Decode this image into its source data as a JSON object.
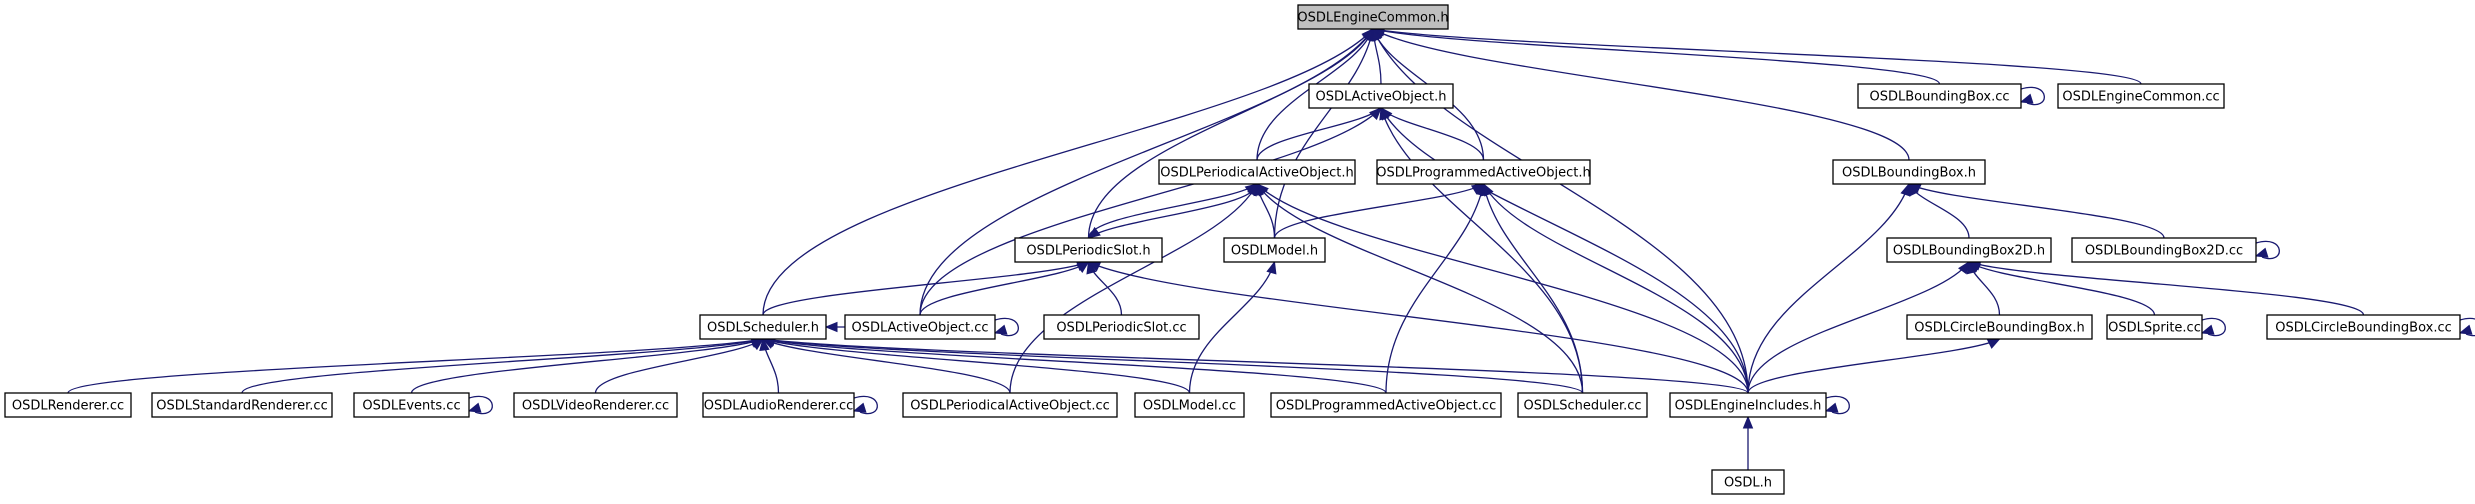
{
  "diagram": {
    "title": "OSDLEngineCommon.h",
    "colors": {
      "edge": "#191970",
      "root_fill": "#bfbfbf",
      "node_fill": "#ffffff",
      "node_stroke": "#000000"
    },
    "nodes": [
      {
        "id": "common_h",
        "label": "OSDLEngineCommon.h"
      },
      {
        "id": "activeobject_h",
        "label": "OSDLActiveObject.h"
      },
      {
        "id": "boundingbox_cc",
        "label": "OSDLBoundingBox.cc"
      },
      {
        "id": "enginecommon_cc",
        "label": "OSDLEngineCommon.cc"
      },
      {
        "id": "periodical_h",
        "label": "OSDLPeriodicalActiveObject.h"
      },
      {
        "id": "programmed_h",
        "label": "OSDLProgrammedActiveObject.h"
      },
      {
        "id": "boundingbox_h",
        "label": "OSDLBoundingBox.h"
      },
      {
        "id": "periodicslot_h",
        "label": "OSDLPeriodicSlot.h"
      },
      {
        "id": "model_h",
        "label": "OSDLModel.h"
      },
      {
        "id": "boundingbox2d_h",
        "label": "OSDLBoundingBox2D.h"
      },
      {
        "id": "boundingbox2d_cc",
        "label": "OSDLBoundingBox2D.cc"
      },
      {
        "id": "scheduler_h",
        "label": "OSDLScheduler.h"
      },
      {
        "id": "activeobject_cc",
        "label": "OSDLActiveObject.cc"
      },
      {
        "id": "periodicslot_cc",
        "label": "OSDLPeriodicSlot.cc"
      },
      {
        "id": "circlebb_h",
        "label": "OSDLCircleBoundingBox.h"
      },
      {
        "id": "sprite_cc",
        "label": "OSDLSprite.cc"
      },
      {
        "id": "circlebb_cc",
        "label": "OSDLCircleBoundingBox.cc"
      },
      {
        "id": "renderer_cc",
        "label": "OSDLRenderer.cc"
      },
      {
        "id": "stdrenderer_cc",
        "label": "OSDLStandardRenderer.cc"
      },
      {
        "id": "events_cc",
        "label": "OSDLEvents.cc"
      },
      {
        "id": "videorenderer_cc",
        "label": "OSDLVideoRenderer.cc"
      },
      {
        "id": "audiorenderer_cc",
        "label": "OSDLAudioRenderer.cc"
      },
      {
        "id": "periodical_cc",
        "label": "OSDLPeriodicalActiveObject.cc"
      },
      {
        "id": "model_cc",
        "label": "OSDLModel.cc"
      },
      {
        "id": "programmed_cc",
        "label": "OSDLProgrammedActiveObject.cc"
      },
      {
        "id": "scheduler_cc",
        "label": "OSDLScheduler.cc"
      },
      {
        "id": "engineincludes_h",
        "label": "OSDLEngineIncludes.h"
      },
      {
        "id": "osdl_h",
        "label": "OSDL.h"
      }
    ],
    "edges": [
      [
        "activeobject_h",
        "common_h"
      ],
      [
        "boundingbox_cc",
        "common_h"
      ],
      [
        "enginecommon_cc",
        "common_h"
      ],
      [
        "periodical_h",
        "common_h"
      ],
      [
        "programmed_h",
        "common_h"
      ],
      [
        "boundingbox_h",
        "common_h"
      ],
      [
        "periodicslot_h",
        "common_h"
      ],
      [
        "model_h",
        "common_h"
      ],
      [
        "scheduler_h",
        "common_h"
      ],
      [
        "activeobject_cc",
        "common_h"
      ],
      [
        "engineincludes_h",
        "common_h"
      ],
      [
        "periodical_h",
        "activeobject_h"
      ],
      [
        "programmed_h",
        "activeobject_h"
      ],
      [
        "activeobject_cc",
        "activeobject_h"
      ],
      [
        "scheduler_cc",
        "activeobject_h"
      ],
      [
        "engineincludes_h",
        "activeobject_h"
      ],
      [
        "periodicslot_h",
        "periodical_h"
      ],
      [
        "model_h",
        "periodical_h"
      ],
      [
        "periodical_cc",
        "periodical_h"
      ],
      [
        "scheduler_cc",
        "periodical_h"
      ],
      [
        "engineincludes_h",
        "periodical_h"
      ],
      [
        "model_h",
        "programmed_h"
      ],
      [
        "programmed_cc",
        "programmed_h"
      ],
      [
        "scheduler_cc",
        "programmed_h"
      ],
      [
        "engineincludes_h",
        "programmed_h"
      ],
      [
        "boundingbox2d_h",
        "boundingbox_h"
      ],
      [
        "boundingbox2d_cc",
        "boundingbox_h"
      ],
      [
        "engineincludes_h",
        "boundingbox_h"
      ],
      [
        "periodical_h",
        "periodicslot_h"
      ],
      [
        "scheduler_h",
        "periodicslot_h"
      ],
      [
        "activeobject_cc",
        "periodicslot_h"
      ],
      [
        "periodicslot_cc",
        "periodicslot_h"
      ],
      [
        "engineincludes_h",
        "periodicslot_h"
      ],
      [
        "model_cc",
        "model_h"
      ],
      [
        "circlebb_h",
        "boundingbox2d_h"
      ],
      [
        "sprite_cc",
        "boundingbox2d_h"
      ],
      [
        "circlebb_cc",
        "boundingbox2d_h"
      ],
      [
        "engineincludes_h",
        "boundingbox2d_h"
      ],
      [
        "renderer_cc",
        "scheduler_h"
      ],
      [
        "stdrenderer_cc",
        "scheduler_h"
      ],
      [
        "events_cc",
        "scheduler_h"
      ],
      [
        "videorenderer_cc",
        "scheduler_h"
      ],
      [
        "audiorenderer_cc",
        "scheduler_h"
      ],
      [
        "activeobject_cc",
        "scheduler_h"
      ],
      [
        "periodical_cc",
        "scheduler_h"
      ],
      [
        "model_cc",
        "scheduler_h"
      ],
      [
        "programmed_cc",
        "scheduler_h"
      ],
      [
        "scheduler_cc",
        "scheduler_h"
      ],
      [
        "engineincludes_h",
        "scheduler_h"
      ],
      [
        "engineincludes_h",
        "circlebb_h"
      ],
      [
        "osdl_h",
        "engineincludes_h"
      ]
    ],
    "self_loops": [
      "boundingbox_cc",
      "boundingbox2d_cc",
      "activeobject_cc",
      "sprite_cc",
      "circlebb_cc",
      "events_cc",
      "audiorenderer_cc",
      "engineincludes_h"
    ]
  }
}
